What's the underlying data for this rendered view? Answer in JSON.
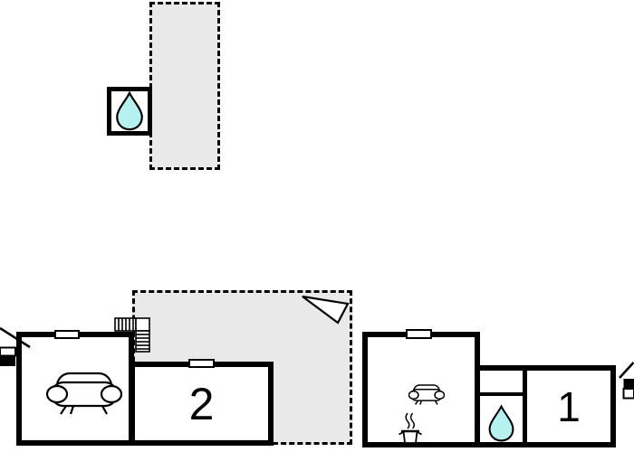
{
  "page": {
    "type": "vacation-house-floor-plan"
  },
  "colors": {
    "background": "#ffffff",
    "wall": "#000000",
    "terrace_fill": "#e9e9e9",
    "water_drop_fill": "#b5f1ef"
  },
  "rooms": {
    "room1": {
      "label": "1"
    },
    "room2": {
      "label": "2"
    }
  },
  "icons": {
    "upper_bathroom": "water-drop-icon",
    "lower_bathroom": "water-drop-icon",
    "living_room": "sofa-icon",
    "kitchen": [
      "sofa-icon",
      "cooking-pot-icon"
    ],
    "stairs": "staircase-icon",
    "terrace_marker": "direction-triangle-icon",
    "entrances": [
      "entrance-house-icon-left",
      "entrance-house-icon-right"
    ]
  }
}
